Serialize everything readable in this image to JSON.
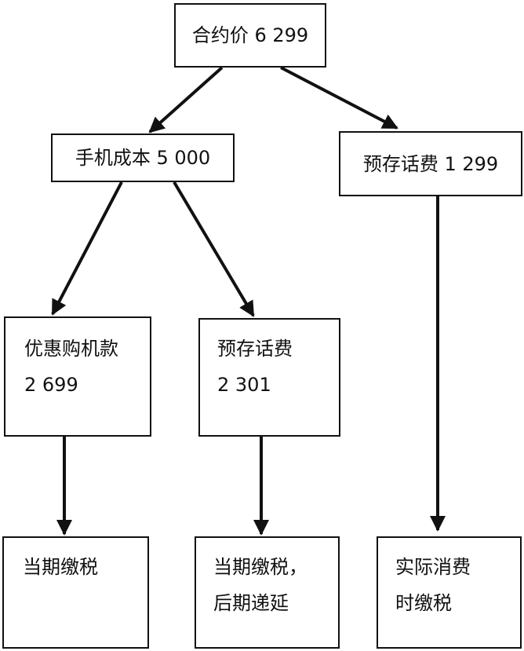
{
  "nodes": {
    "contract_price": "合约价 6 299",
    "phone_cost": "手机成本 5 000",
    "prepaid_fee_1299": "预存话费 1 299",
    "discount_purchase": {
      "title": "优惠购机款",
      "value": "2 699"
    },
    "prepaid_fee_2301": {
      "title": "预存话费",
      "value": "2 301"
    },
    "tax_current": "当期缴税",
    "tax_current_deferred": {
      "line1": "当期缴税，",
      "line2": "后期递延"
    },
    "tax_on_consumption": {
      "line1": "实际消费",
      "line2": "时缴税"
    }
  }
}
